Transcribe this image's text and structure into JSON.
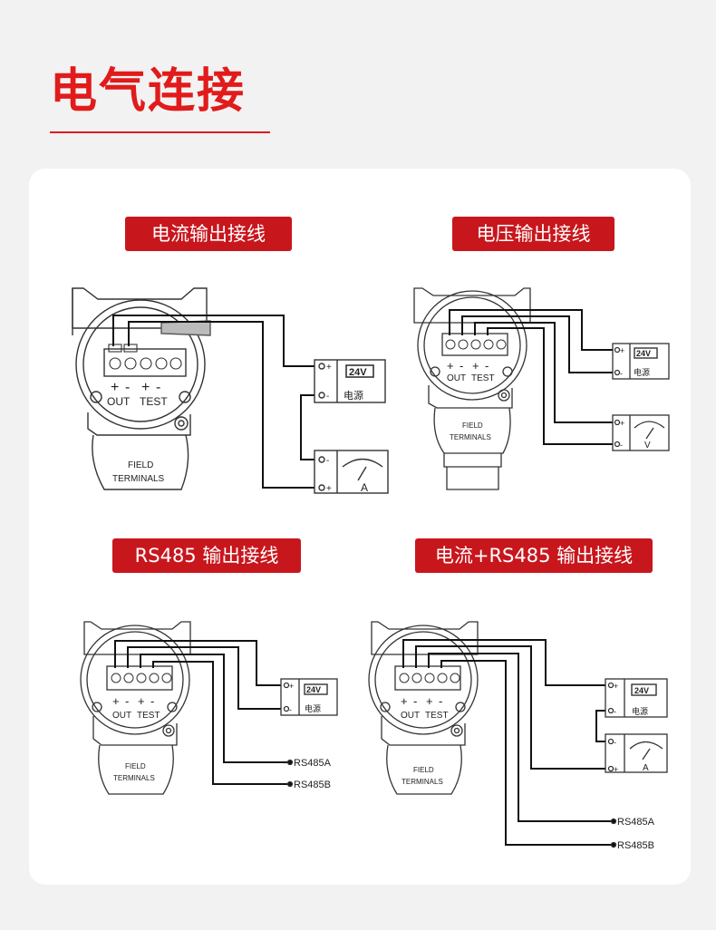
{
  "page_title": "电气连接",
  "sections": [
    {
      "badge": "电流输出接线"
    },
    {
      "badge": "电压输出接线"
    },
    {
      "badge": "RS485 输出接线"
    },
    {
      "badge": "电流+RS485 输出接线"
    }
  ],
  "labels": {
    "plus": "+",
    "minus": "-",
    "out": "OUT",
    "test": "TEST",
    "field": "FIELD",
    "terminals": "TERMINALS",
    "supply_voltage": "24V",
    "power_supply": "电源",
    "ammeter_unit": "A",
    "voltmeter_unit": "V",
    "rs485a": "RS485A",
    "rs485b": "RS485B"
  },
  "colors": {
    "accent": "#e11b1b",
    "badge": "#c8161d"
  }
}
